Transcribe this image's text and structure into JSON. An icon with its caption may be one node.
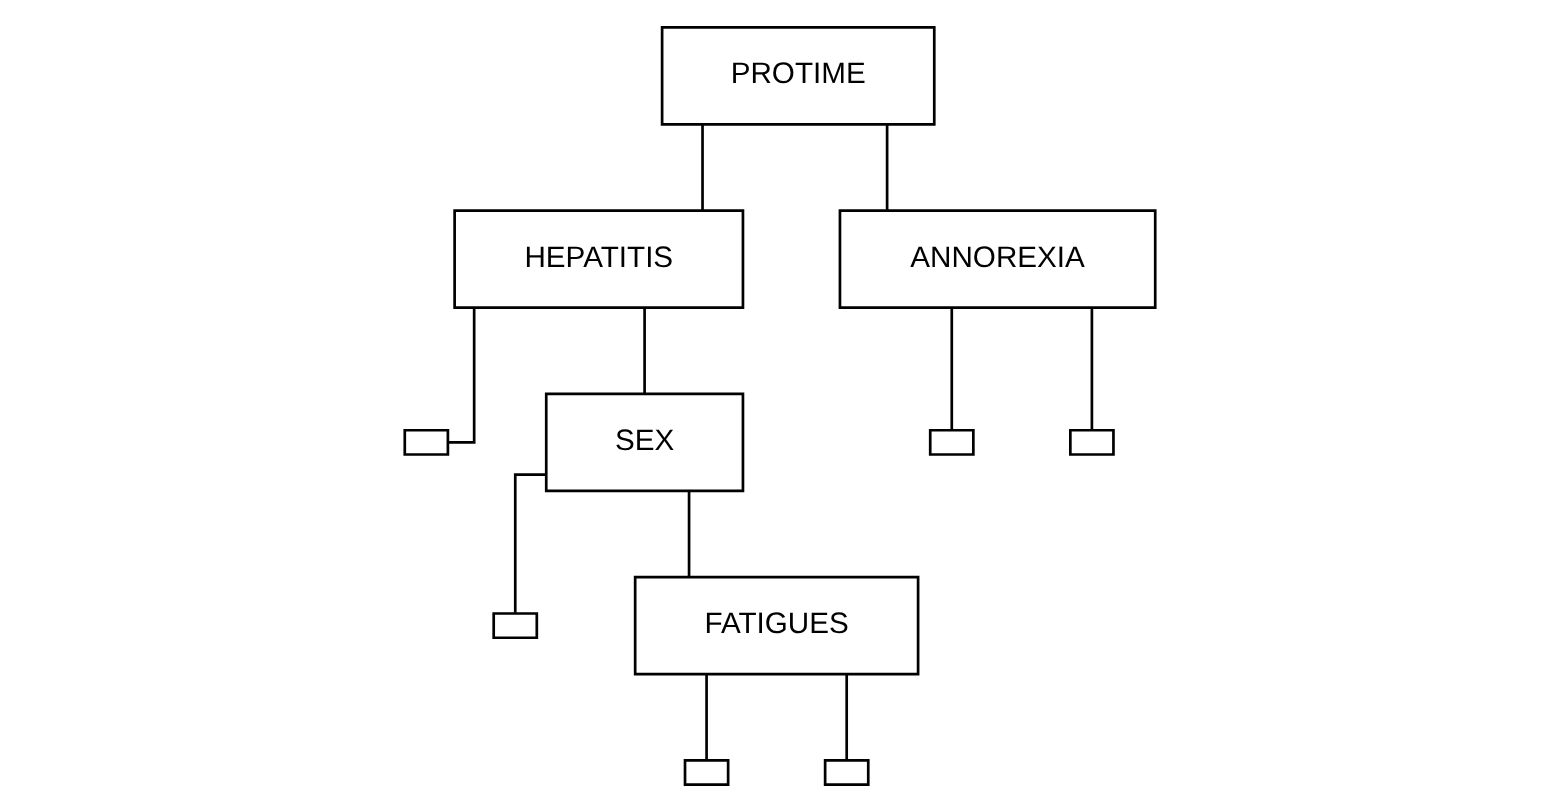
{
  "diagram": {
    "nodes": [
      {
        "text": [
          "PROTIME"
        ]
      },
      {
        "text": [
          "HEPATITIS"
        ]
      },
      {
        "text": [
          "ANNOREXIA"
        ]
      },
      {
        "text": [],
        "shape": "box"
      },
      {
        "text": [],
        "shape": "box"
      },
      {
        "text": [],
        "shape": "box"
      },
      {
        "text": [
          "SEX"
        ]
      },
      {
        "text": [],
        "shape": "box"
      },
      {
        "text": [
          "FATIGUES"
        ]
      },
      {
        "text": [],
        "shape": "box"
      },
      {
        "text": [],
        "shape": "box"
      }
    ],
    "edges": [
      {
        "from": 0,
        "to": 1,
        "arrow": "none"
      },
      {
        "from": 0,
        "to": 2,
        "arrow": "none"
      },
      {
        "from": 1,
        "to": 3,
        "arrow": "none"
      },
      {
        "from": 1,
        "to": 6,
        "arrow": "none"
      },
      {
        "from": 2,
        "to": 4,
        "arrow": "none"
      },
      {
        "from": 2,
        "to": 5,
        "arrow": "none"
      },
      {
        "from": 6,
        "to": 7,
        "arrow": "none"
      },
      {
        "from": 6,
        "to": 8,
        "arrow": "none"
      },
      {
        "from": 8,
        "to": 9,
        "arrow": "none"
      },
      {
        "from": 8,
        "to": 10,
        "arrow": "none"
      }
    ]
  }
}
